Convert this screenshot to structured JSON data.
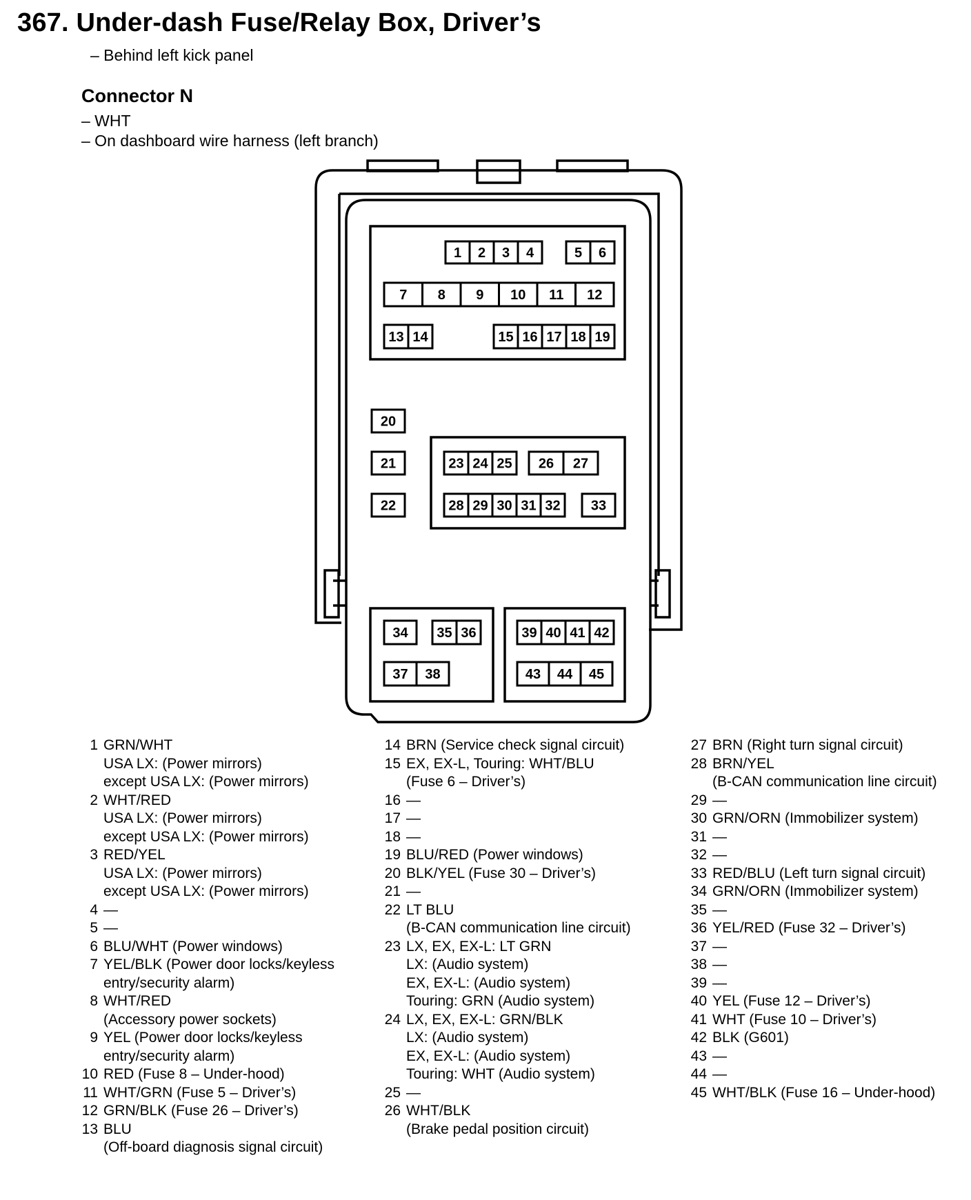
{
  "header": {
    "title": "367. Under-dash Fuse/Relay Box, Driver’s",
    "location": "– Behind left kick panel",
    "connector_title": "Connector N",
    "connector_color": "– WHT",
    "connector_harness": "– On dashboard wire harness (left branch)"
  },
  "pins": {
    "p1": "1",
    "p2": "2",
    "p3": "3",
    "p4": "4",
    "p5": "5",
    "p6": "6",
    "p7": "7",
    "p8": "8",
    "p9": "9",
    "p10": "10",
    "p11": "11",
    "p12": "12",
    "p13": "13",
    "p14": "14",
    "p15": "15",
    "p16": "16",
    "p17": "17",
    "p18": "18",
    "p19": "19",
    "p20": "20",
    "p21": "21",
    "p22": "22",
    "p23": "23",
    "p24": "24",
    "p25": "25",
    "p26": "26",
    "p27": "27",
    "p28": "28",
    "p29": "29",
    "p30": "30",
    "p31": "31",
    "p32": "32",
    "p33": "33",
    "p34": "34",
    "p35": "35",
    "p36": "36",
    "p37": "37",
    "p38": "38",
    "p39": "39",
    "p40": "40",
    "p41": "41",
    "p42": "42",
    "p43": "43",
    "p44": "44",
    "p45": "45"
  },
  "legend": {
    "col1": [
      {
        "num": "1",
        "lines": [
          "GRN/WHT",
          "USA LX: (Power mirrors)",
          "except USA LX: (Power mirrors)"
        ]
      },
      {
        "num": "2",
        "lines": [
          "WHT/RED",
          "USA LX: (Power mirrors)",
          "except USA LX: (Power mirrors)"
        ]
      },
      {
        "num": "3",
        "lines": [
          "RED/YEL",
          "USA LX: (Power mirrors)",
          "except USA LX: (Power mirrors)"
        ]
      },
      {
        "num": "4",
        "lines": [
          "—"
        ]
      },
      {
        "num": "5",
        "lines": [
          "—"
        ]
      },
      {
        "num": "6",
        "lines": [
          "BLU/WHT (Power windows)"
        ]
      },
      {
        "num": "7",
        "lines": [
          "YEL/BLK (Power door locks/keyless",
          "entry/security alarm)"
        ]
      },
      {
        "num": "8",
        "lines": [
          "WHT/RED",
          "(Accessory power sockets)"
        ]
      },
      {
        "num": "9",
        "lines": [
          "YEL (Power door locks/keyless",
          "entry/security alarm)"
        ]
      },
      {
        "num": "10",
        "lines": [
          "RED (Fuse 8 – Under-hood)"
        ]
      },
      {
        "num": "11",
        "lines": [
          "WHT/GRN (Fuse 5 – Driver’s)"
        ]
      },
      {
        "num": "12",
        "lines": [
          "GRN/BLK (Fuse 26 – Driver’s)"
        ]
      },
      {
        "num": "13",
        "lines": [
          "BLU",
          "(Off-board diagnosis signal circuit)"
        ]
      }
    ],
    "col2": [
      {
        "num": "14",
        "lines": [
          "BRN (Service check signal circuit)"
        ]
      },
      {
        "num": "15",
        "lines": [
          "EX, EX-L, Touring: WHT/BLU",
          "(Fuse 6 – Driver’s)"
        ]
      },
      {
        "num": "16",
        "lines": [
          "—"
        ]
      },
      {
        "num": "17",
        "lines": [
          "—"
        ]
      },
      {
        "num": "18",
        "lines": [
          "—"
        ]
      },
      {
        "num": "19",
        "lines": [
          "BLU/RED (Power windows)"
        ]
      },
      {
        "num": "20",
        "lines": [
          "BLK/YEL (Fuse 30 – Driver’s)"
        ]
      },
      {
        "num": "21",
        "lines": [
          "—"
        ]
      },
      {
        "num": "22",
        "lines": [
          "LT BLU",
          "(B-CAN communication line circuit)"
        ]
      },
      {
        "num": "23",
        "lines": [
          "LX, EX, EX-L: LT GRN",
          "LX: (Audio system)",
          "EX, EX-L: (Audio system)",
          "Touring: GRN (Audio system)"
        ]
      },
      {
        "num": "24",
        "lines": [
          "LX, EX, EX-L: GRN/BLK",
          "LX: (Audio system)",
          "EX, EX-L: (Audio system)",
          "Touring: WHT (Audio system)"
        ]
      },
      {
        "num": "25",
        "lines": [
          "—"
        ]
      },
      {
        "num": "26",
        "lines": [
          "WHT/BLK",
          "(Brake pedal position circuit)"
        ]
      }
    ],
    "col3": [
      {
        "num": "27",
        "lines": [
          "BRN (Right turn signal circuit)"
        ]
      },
      {
        "num": "28",
        "lines": [
          "BRN/YEL",
          "(B-CAN communication line circuit)"
        ]
      },
      {
        "num": "29",
        "lines": [
          "—"
        ]
      },
      {
        "num": "30",
        "lines": [
          "GRN/ORN (Immobilizer system)"
        ]
      },
      {
        "num": "31",
        "lines": [
          "—"
        ]
      },
      {
        "num": "32",
        "lines": [
          "—"
        ]
      },
      {
        "num": "33",
        "lines": [
          "RED/BLU (Left turn signal circuit)"
        ]
      },
      {
        "num": "34",
        "lines": [
          "GRN/ORN (Immobilizer system)"
        ]
      },
      {
        "num": "35",
        "lines": [
          "—"
        ]
      },
      {
        "num": "36",
        "lines": [
          "YEL/RED (Fuse 32 – Driver’s)"
        ]
      },
      {
        "num": "37",
        "lines": [
          "—"
        ]
      },
      {
        "num": "38",
        "lines": [
          "—"
        ]
      },
      {
        "num": "39",
        "lines": [
          "—"
        ]
      },
      {
        "num": "40",
        "lines": [
          "YEL (Fuse 12 – Driver’s)"
        ]
      },
      {
        "num": "41",
        "lines": [
          "WHT (Fuse 10 – Driver’s)"
        ]
      },
      {
        "num": "42",
        "lines": [
          "BLK (G601)"
        ]
      },
      {
        "num": "43",
        "lines": [
          "—"
        ]
      },
      {
        "num": "44",
        "lines": [
          "—"
        ]
      },
      {
        "num": "45",
        "lines": [
          "WHT/BLK (Fuse 16 – Under-hood)"
        ]
      }
    ]
  }
}
